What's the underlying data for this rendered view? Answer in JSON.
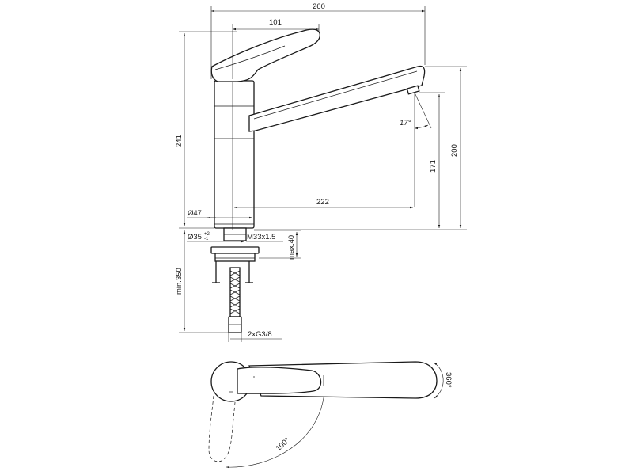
{
  "diagram": {
    "dimensions": {
      "overall_width": "260",
      "handle_length": "101",
      "total_height": "241",
      "spout_height": "200",
      "outlet_height": "171",
      "spout_reach": "222",
      "body_diameter": "Ø47",
      "hole_diameter": "Ø35",
      "hole_tolerance_plus": "+2",
      "hole_tolerance_minus": "-1",
      "thread": "M33x1.5",
      "max_deck_thickness": "max.40",
      "min_hose_length": "min.350",
      "connections": "2xG3/8",
      "spout_angle": "17°",
      "swivel_angle": "360°",
      "handle_rotation": "100°"
    }
  }
}
